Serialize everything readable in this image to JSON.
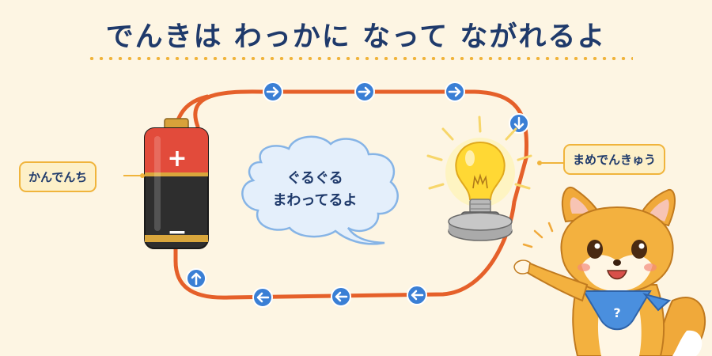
{
  "title": "でんきは わっかに なって ながれるよ",
  "labels": {
    "battery": "かんでんち",
    "bulb": "まめでんきゅう"
  },
  "bubble": {
    "line1": "ぐるぐる",
    "line2": "まわってるよ"
  },
  "battery": {
    "plus": "+",
    "minus": "−"
  },
  "fox_bandana_mark": "?",
  "colors": {
    "wire": "#e5602a",
    "arrow": "#3a7fd5",
    "title": "#1f3a6b",
    "accent": "#f0b43c"
  },
  "arrows": {
    "top": [
      "right-arrow-icon",
      "right-arrow-icon",
      "right-arrow-icon"
    ],
    "right": [
      "down-arrow-icon"
    ],
    "bottom": [
      "left-arrow-icon",
      "left-arrow-icon",
      "left-arrow-icon"
    ],
    "left": [
      "up-arrow-icon"
    ]
  }
}
